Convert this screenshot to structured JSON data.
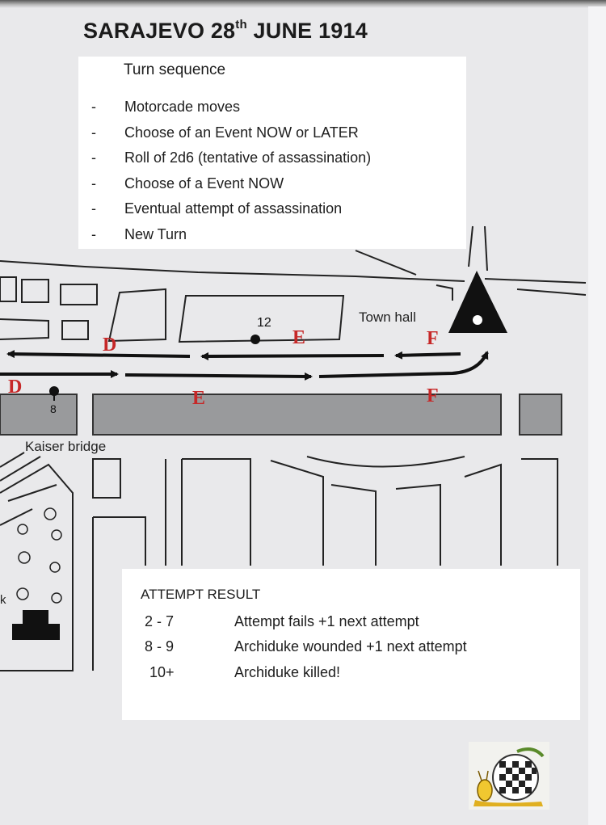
{
  "header": {
    "title_main": "SARAJEVO 28",
    "title_sup": "th",
    "title_end": " JUNE 1914"
  },
  "turn_sequence": {
    "title": "Turn sequence",
    "bullet": "-",
    "steps": [
      "Motorcade moves",
      "Choose of an Event NOW or LATER",
      "Roll of 2d6 (tentative of assassination)",
      "Choose of a Event NOW",
      "Eventual attempt of assassination",
      "New Turn"
    ]
  },
  "map": {
    "town_hall_label": "Town hall",
    "bridge_label": "Kaiser bridge",
    "location_numbers": [
      "12",
      "8"
    ],
    "event_markers": [
      "D",
      "E",
      "F",
      "D",
      "E",
      "F"
    ],
    "marker_color": "#c62828",
    "left_edge_letter": "k"
  },
  "attempt_result": {
    "title": "ATTEMPT RESULT",
    "rows": [
      {
        "roll": "2 - 7",
        "outcome": "Attempt fails +1 next attempt"
      },
      {
        "roll": "8 - 9",
        "outcome": "Archiduke wounded +1 next attempt"
      },
      {
        "roll": "10+",
        "outcome": "Archiduke killed!"
      }
    ]
  }
}
